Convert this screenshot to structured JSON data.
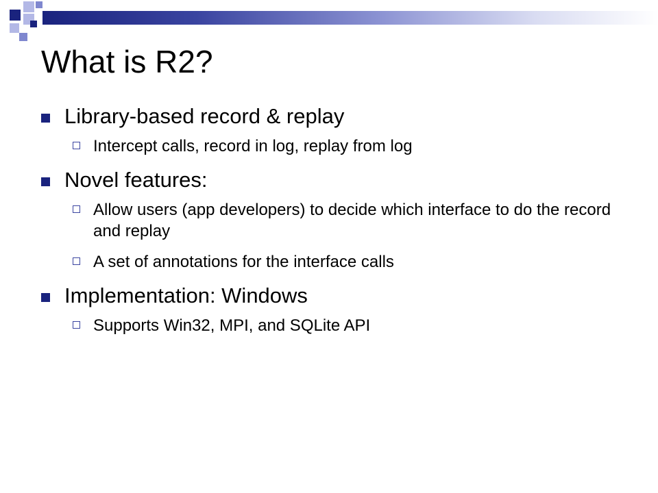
{
  "slide": {
    "title": "What is R2?",
    "bullets": [
      {
        "text": "Library-based record & replay",
        "sub": [
          "Intercept calls, record in log, replay from log"
        ]
      },
      {
        "text": "Novel features:",
        "sub": [
          "Allow users (app developers) to decide which interface to do the record and replay",
          "A set of annotations for the interface calls"
        ]
      },
      {
        "text": "Implementation: Windows",
        "sub": [
          "Supports Win32, MPI, and SQLite API"
        ]
      }
    ]
  },
  "colors": {
    "accent": "#1a237e",
    "accent_light": "#b3b8e6"
  },
  "icons": {
    "level1_bullet": "filled-square-icon",
    "level2_bullet": "hollow-square-icon"
  }
}
